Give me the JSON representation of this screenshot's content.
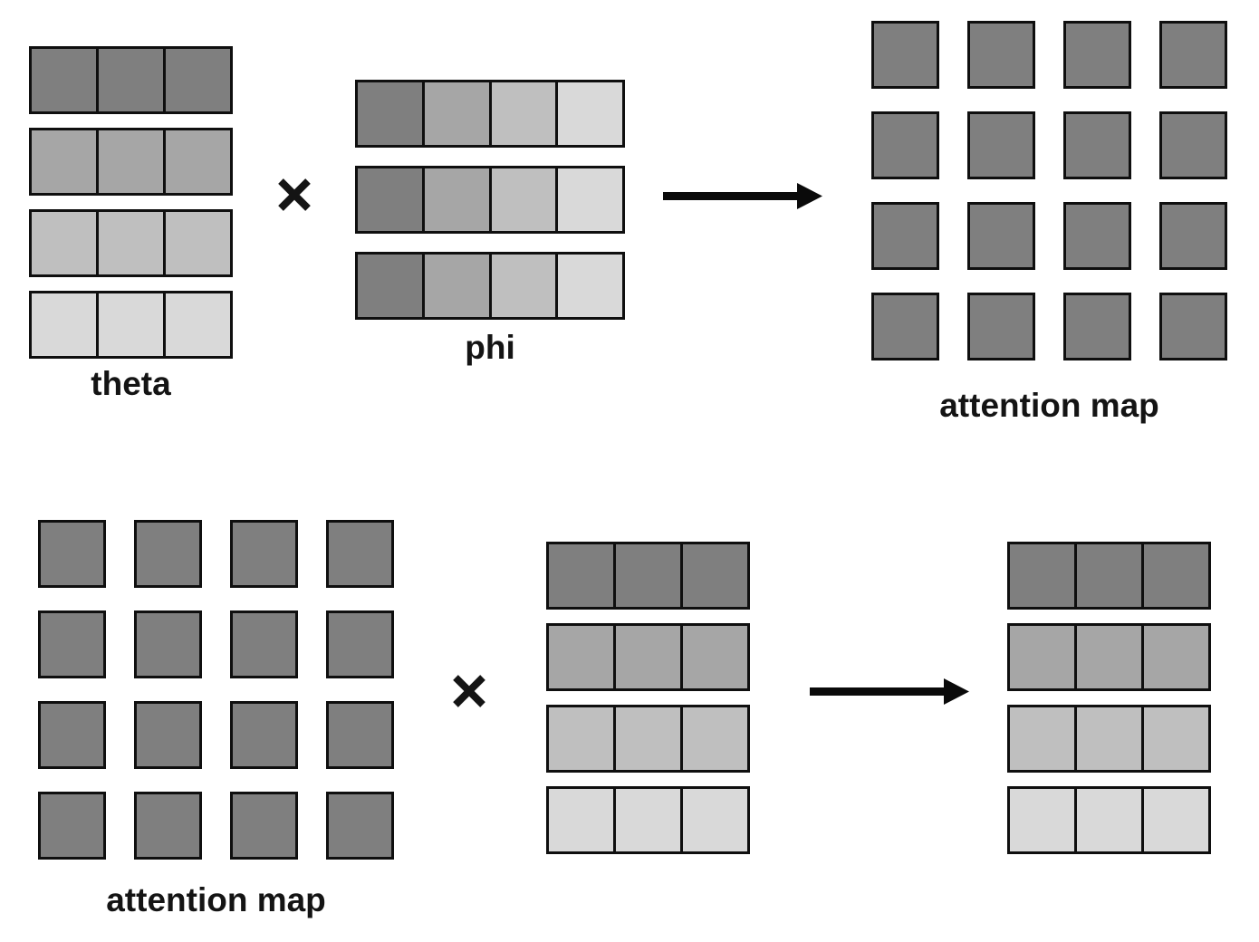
{
  "colors": {
    "gray_levels": [
      "#7f7f7f",
      "#a6a6a6",
      "#bfbfbf",
      "#d9d9d9"
    ],
    "border": "#0f0f0f",
    "text": "#141414",
    "background": "#ffffff"
  },
  "icons": {
    "multiply": "×",
    "arrow_right": "→"
  },
  "matrices": {
    "theta": {
      "rows": 4,
      "cols": 3,
      "pattern": "row-shades",
      "row_shades": [
        0,
        1,
        2,
        3
      ],
      "label": "theta"
    },
    "phi": {
      "rows": 3,
      "cols": 4,
      "pattern": "col-shades",
      "col_shades": [
        0,
        1,
        2,
        3
      ],
      "label": "phi"
    },
    "attention_top": {
      "rows": 4,
      "cols": 4,
      "pattern": "uniform",
      "shade": 0,
      "label": "attention map"
    },
    "attention_bottom": {
      "rows": 4,
      "cols": 4,
      "pattern": "uniform",
      "shade": 0,
      "label": "attention map"
    },
    "value": {
      "rows": 4,
      "cols": 3,
      "pattern": "row-shades",
      "row_shades": [
        0,
        1,
        2,
        3
      ]
    },
    "result": {
      "rows": 4,
      "cols": 3,
      "pattern": "row-shades",
      "row_shades": [
        0,
        1,
        2,
        3
      ]
    }
  }
}
